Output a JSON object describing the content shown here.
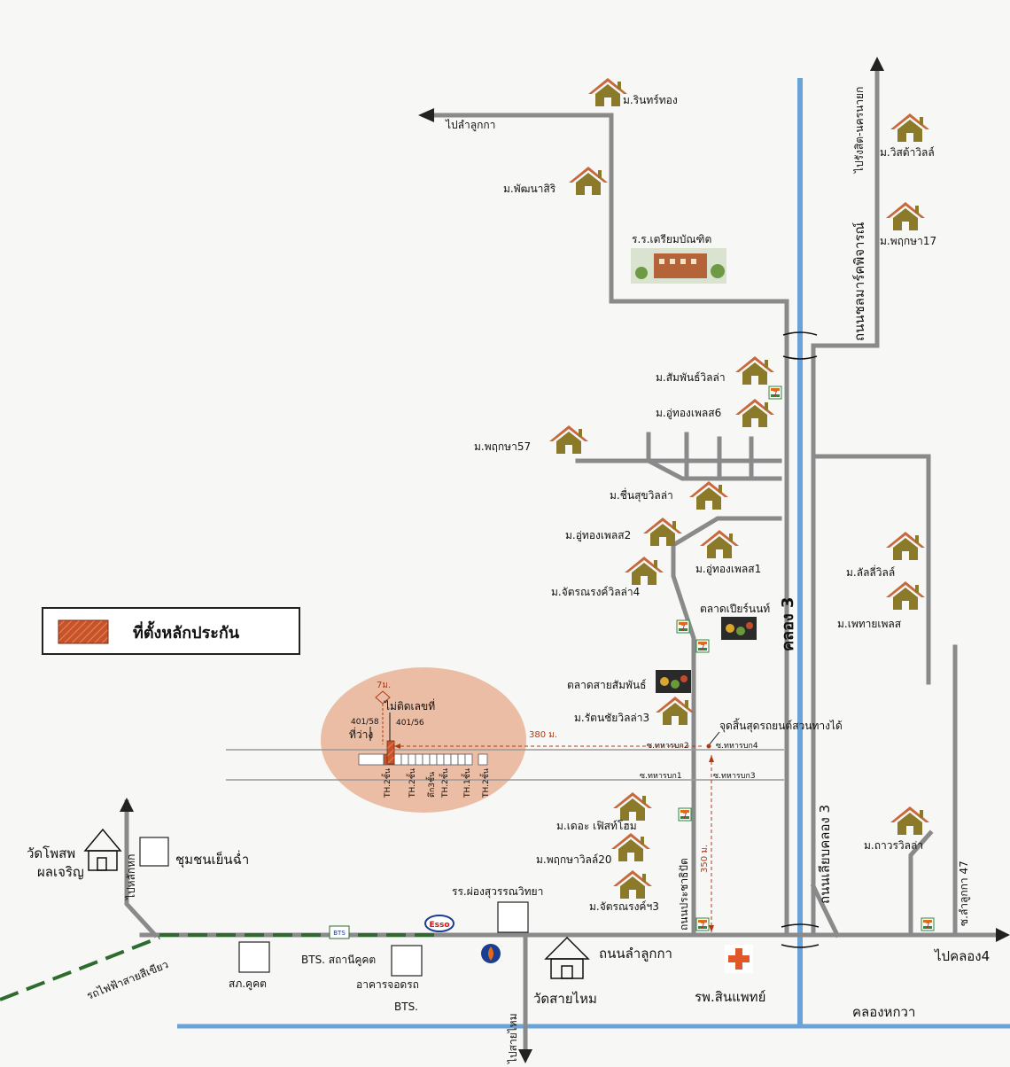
{
  "legend": {
    "label": "ที่ตั้งหลักประกัน",
    "swatch_color": "#c8532a"
  },
  "colors": {
    "road": "#8a8a8a",
    "canal": "#6aa3d8",
    "bts_line": "#2e6b2e",
    "site_circle": "#e8a98a",
    "roof": "#c9683a",
    "house": "#7a7a2a",
    "seven_eleven": "#2b8a3e"
  },
  "roads": {
    "lam_luk_ka": "ถนนลำลูกกา",
    "chom_marg": "ถนนชลมาร์คพิจารณ์",
    "liap_khlong3": "ถนนเลียบคลอง 3",
    "prachathipat": "ถนนประชาธิปัต",
    "soi_47": "ซ.ลำลูกกา 47",
    "soi_thaharnbok2": "ซ.ทหารบก2",
    "soi_thaharnbok4": "ซ.ทหารบก4",
    "soi_thaharnbok1": "ซ.ทหารบก1",
    "soi_thaharnbok3": "ซ.ทหารบก3"
  },
  "canals": {
    "khlong3": "คลอง 3",
    "khlong_hwa": "คลองหกวา"
  },
  "directions": {
    "to_lam_luk_ka": "ไปลำลูกกา",
    "to_rangsit": "ไปรังสิต-นครนายก",
    "to_khlong4": "ไปคลอง4",
    "to_lak_hok": "ไปหลักหก",
    "to_sai_mai": "ไปสายไหม",
    "bts_green": "รถไฟฟ้าสายสีเขียว"
  },
  "villages": {
    "rin_thong": "ม.รินทร์ทอง",
    "phatthanasiri": "ม.พัฒนาสิริ",
    "wista_ville": "ม.วิสต้าวิลล์",
    "pruksa17": "ม.พฤกษา17",
    "samphan_villa": "ม.สัมพันธ์วิลล่า",
    "uthong_place6": "ม.อู่ทองเพลส6",
    "pruksa57": "ม.พฤกษา57",
    "chuenjai_villa": "ม.ชื่นสุขวิลล่า",
    "uthong_place2": "ม.อู่ทองเพลส2",
    "uthong_place1": "ม.อู่ทองเพลส1",
    "chatron_villa4": "ม.จัตรณรงค์วิลล่า4",
    "lalli_ville": "ม.ลัลลี่วิลล์",
    "phetai_place": "ม.เพทายเพลส",
    "rattanachai_villa3": "ม.รัตนชัยวิลล่า3",
    "the_first_home": "ม.เดอะ เฟิสท์โฮม",
    "pruksa_ville20": "ม.พฤกษาวิลล์20",
    "chatron3": "ม.จัตรณรงค์ฯ3",
    "thavorn_villa": "ม.ถาวรวิลล่า"
  },
  "places": {
    "school_triam": "ร.ร.เตรียมบัณฑิต",
    "pier_market": "ตลาดเปียร์นนท์",
    "samphan_market": "ตลาดสายสัมพันธ์",
    "bus_terminal": "จุดสิ้นสุดรถยนต์สวนทางได้",
    "wat_phot": "วัดโพสพ\nผลเจริญ",
    "chumchon": "ชุมชนเย็นฉ่ำ",
    "school_phong": "รร.ผ่องสุวรรณวิทยา",
    "bts_station": "BTS. สถานีคูคต",
    "police": "สภ.คูคต",
    "parking": "อาคารจอดรถ",
    "parking_sub": "BTS.",
    "wat_sai_mai": "วัดสายไหม",
    "hospital": "รพ.สินแพทย์"
  },
  "site": {
    "dist_7m": "7ม.",
    "no_number": "ไม่ติดเลขที่",
    "lot_a": "401/58",
    "lot_b": "401/56",
    "vacant": "ที่ว่าง",
    "dist_380": "380 ม.",
    "dist_350": "350 ม.",
    "units": [
      "TH.2ชั้น",
      "TH.2ชั้น",
      "ตึก3ชั้น",
      "TH.2ชั้น",
      "TH.1ชั้น",
      "TH.2ชั้น"
    ]
  },
  "brands": {
    "esso": "Esso",
    "seven": "7",
    "bts_logo": "BTS"
  }
}
